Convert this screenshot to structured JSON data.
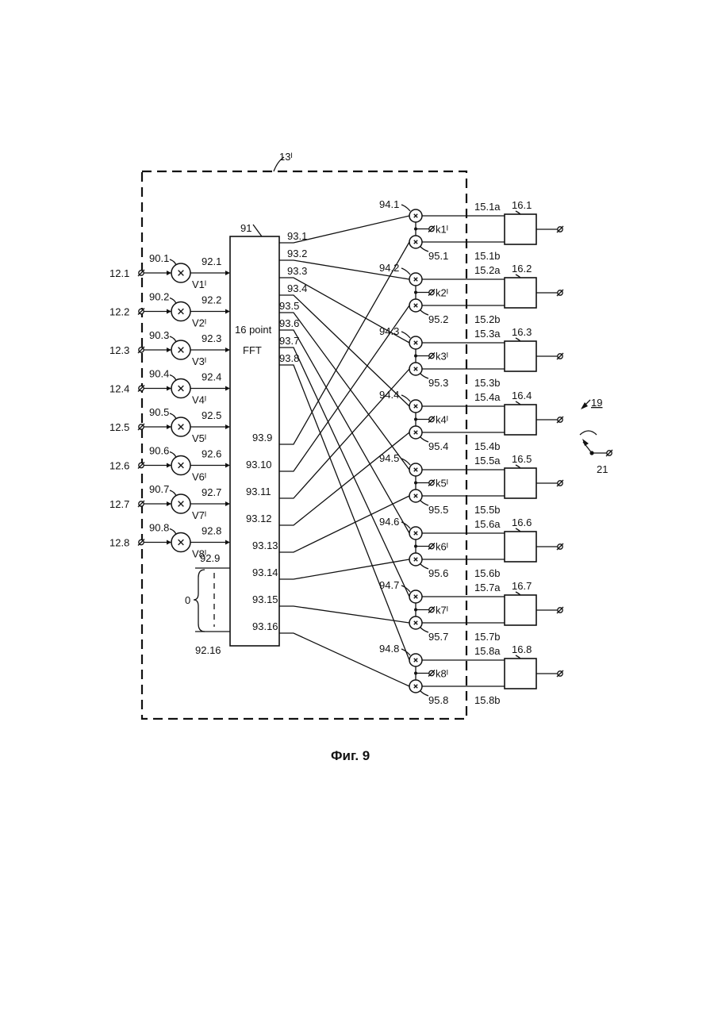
{
  "caption": "Фиг. 9",
  "module_label": "13ᴵ",
  "fft": {
    "ref": "91",
    "title_line1": "16 point",
    "title_line2": "FFT"
  },
  "zero_label": "0",
  "channels": [
    {
      "term": "12.1",
      "mult": "90.1",
      "coef": "V1ᴵ",
      "in": "92.1",
      "out_a": "93.1",
      "out_b": "93.9",
      "m_top": "94.1",
      "m_bot": "95.1",
      "k": "k1ᴵ",
      "la": "15.1a",
      "lb": "15.1b",
      "blk": "16.1"
    },
    {
      "term": "12.2",
      "mult": "90.2",
      "coef": "V2ᴵ",
      "in": "92.2",
      "out_a": "93.2",
      "out_b": "93.10",
      "m_top": "94.2",
      "m_bot": "95.2",
      "k": "k2ᴵ",
      "la": "15.2a",
      "lb": "15.2b",
      "blk": "16.2"
    },
    {
      "term": "12.3",
      "mult": "90.3",
      "coef": "V3ᴵ",
      "in": "92.3",
      "out_a": "93.3",
      "out_b": "93.11",
      "m_top": "94.3",
      "m_bot": "95.3",
      "k": "k3ᴵ",
      "la": "15.3a",
      "lb": "15.3b",
      "blk": "16.3"
    },
    {
      "term": "12.4",
      "mult": "90.4",
      "coef": "V4ᴵ",
      "in": "92.4",
      "out_a": "93.4",
      "out_b": "93.12",
      "m_top": "94.4",
      "m_bot": "95.4",
      "k": "k4ᴵ",
      "la": "15.4a",
      "lb": "15.4b",
      "blk": "16.4"
    },
    {
      "term": "12.5",
      "mult": "90.5",
      "coef": "V5ᴵ",
      "in": "92.5",
      "out_a": "93.5",
      "out_b": "93.13",
      "m_top": "94.5",
      "m_bot": "95.5",
      "k": "k5ᴵ",
      "la": "15.5a",
      "lb": "15.5b",
      "blk": "16.5"
    },
    {
      "term": "12.6",
      "mult": "90.6",
      "coef": "V6ᴵ",
      "in": "92.6",
      "out_a": "93.6",
      "out_b": "93.14",
      "m_top": "94.6",
      "m_bot": "95.6",
      "k": "k6ᴵ",
      "la": "15.6a",
      "lb": "15.6b",
      "blk": "16.6"
    },
    {
      "term": "12.7",
      "mult": "90.7",
      "coef": "V7ᴵ",
      "in": "92.7",
      "out_a": "93.7",
      "out_b": "93.15",
      "m_top": "94.7",
      "m_bot": "95.7",
      "k": "k7ᴵ",
      "la": "15.7a",
      "lb": "15.7b",
      "blk": "16.7"
    },
    {
      "term": "12.8",
      "mult": "90.8",
      "coef": "V8ᴵ",
      "in": "92.8",
      "out_a": "93.8",
      "out_b": "93.16",
      "m_top": "94.8",
      "m_bot": "95.8",
      "k": "k8ᴵ",
      "la": "15.8a",
      "lb": "15.8b",
      "blk": "16.8"
    }
  ],
  "extra_inputs": {
    "first": "92.9",
    "last": "92.16"
  },
  "output_system": {
    "ref": "19",
    "terminal": "21"
  }
}
